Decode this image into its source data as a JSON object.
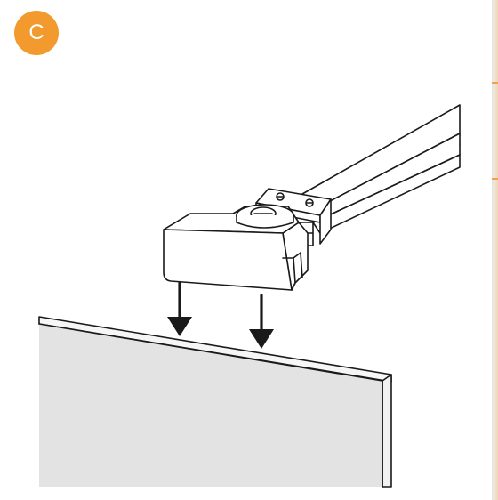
{
  "step": {
    "label": "C",
    "color": "#f29a2e"
  },
  "illustration": {
    "depicts": [
      "support-bar",
      "wall-clamp",
      "glass-panel",
      "down-arrows"
    ],
    "arrow_count": 2,
    "panel_color": "#e3e3e3",
    "stroke_color": "#1a1a1a"
  }
}
